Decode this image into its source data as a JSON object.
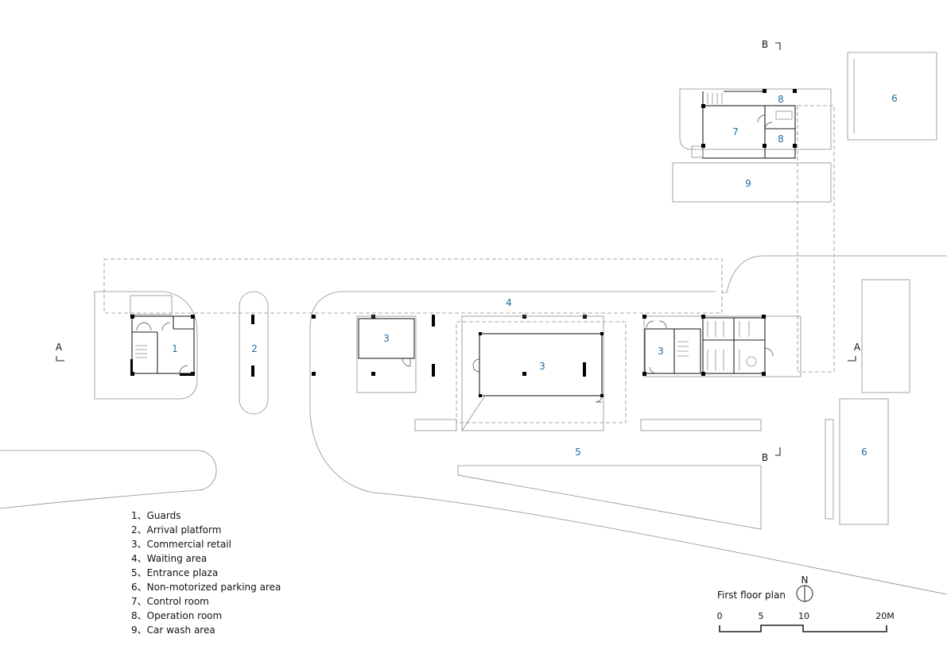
{
  "rooms": {
    "guards": "1",
    "arrival_platform": "2",
    "retail_west": "3",
    "retail_center": "3",
    "retail_east": "3",
    "waiting_area": "4",
    "entrance_plaza": "5",
    "parking_ne": "6",
    "parking_se": "6",
    "control_room": "7",
    "operation_room_top": "8",
    "operation_room_bottom": "8",
    "car_wash": "9"
  },
  "section_marks": {
    "a_left": "A",
    "a_right": "A",
    "b_top": "B",
    "b_bottom": "B"
  },
  "legend": [
    "1、Guards",
    "2、Arrival platform",
    "3、Commercial retail",
    "4、Waiting area",
    "5、Entrance plaza",
    "6、Non-motorized parking area",
    "7、Control room",
    "8、Operation room",
    "9、Car wash area"
  ],
  "plan_title": "First floor plan",
  "north_label": "N",
  "scale_bar": {
    "labels": [
      "0",
      "5",
      "10",
      "20M"
    ],
    "ticks_m": [
      0,
      5,
      10,
      20
    ]
  }
}
